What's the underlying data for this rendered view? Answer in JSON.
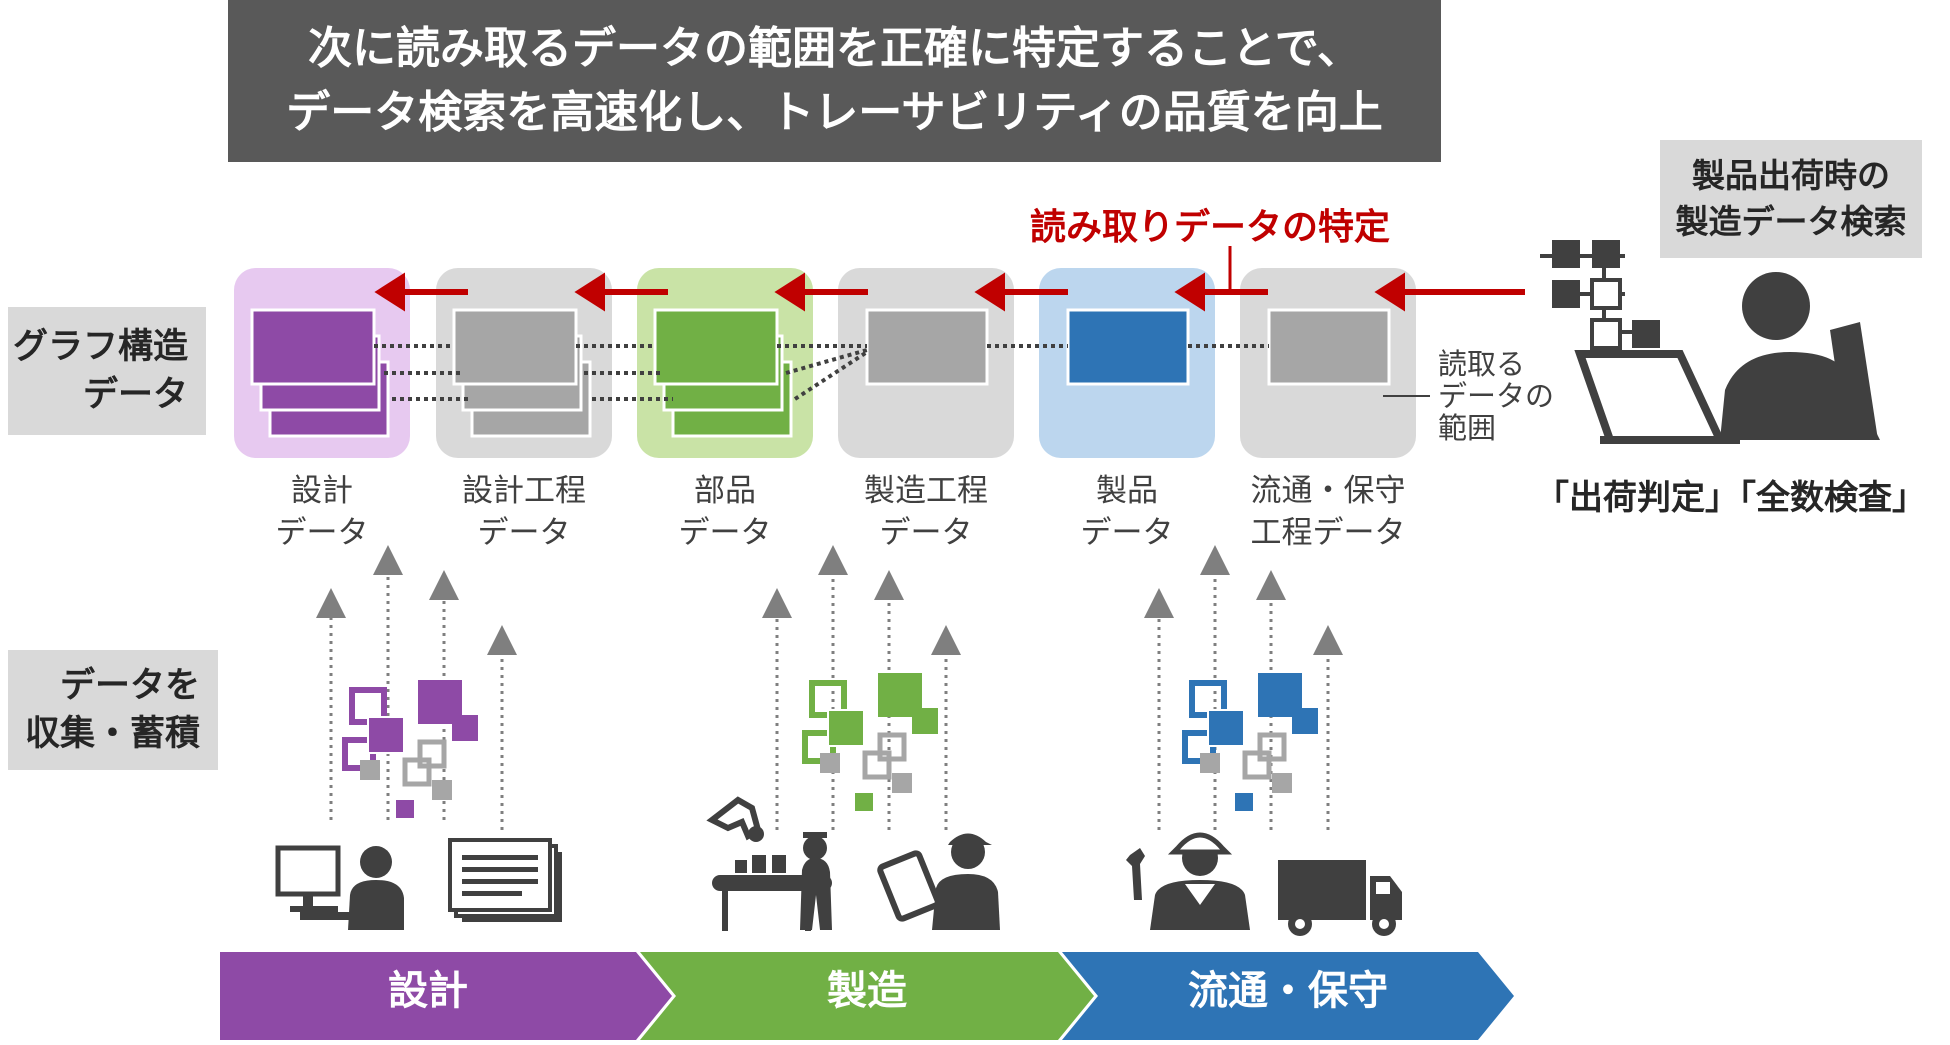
{
  "banner": {
    "line1": "次に読み取るデータの範囲を正確に特定することで、",
    "line2": "データ検索を高速化し、トレーサビリティの品質を向上"
  },
  "left_labels": {
    "graph_line1": "グラフ構造",
    "graph_line2": "データ",
    "collect_line1": "データを",
    "collect_line2": "収集・蓄積"
  },
  "search_label": {
    "line1": "製品出荷時の",
    "line2": "製造データ検索"
  },
  "identify_label": "読み取りデータの特定",
  "range_note": {
    "line1": "読取る",
    "line2": "データの",
    "line3": "範囲"
  },
  "judgement_label": "「出荷判定」「全数検査」",
  "data_nodes": [
    {
      "line1": "設計",
      "line2": "データ"
    },
    {
      "line1": "設計工程",
      "line2": "データ"
    },
    {
      "line1": "部品",
      "line2": "データ"
    },
    {
      "line1": "製造工程",
      "line2": "データ"
    },
    {
      "line1": "製品",
      "line2": "データ"
    },
    {
      "line1": "流通・保守",
      "line2": "工程データ"
    }
  ],
  "phases": [
    {
      "label": "設計"
    },
    {
      "label": "製造"
    },
    {
      "label": "流通・保守"
    }
  ],
  "colors": {
    "design": "#8e4aa6",
    "design_light": "#e7c9f0",
    "manufacturing": "#71b045",
    "manufacturing_light": "#c9e3a6",
    "distribution": "#2e74b5",
    "distribution_light": "#bcd6ee",
    "gray_tile": "#d9d9d9",
    "gray_box": "#a6a6a6",
    "arrow_red": "#c00000",
    "icon_dark": "#404040",
    "banner_bg": "#595959"
  }
}
